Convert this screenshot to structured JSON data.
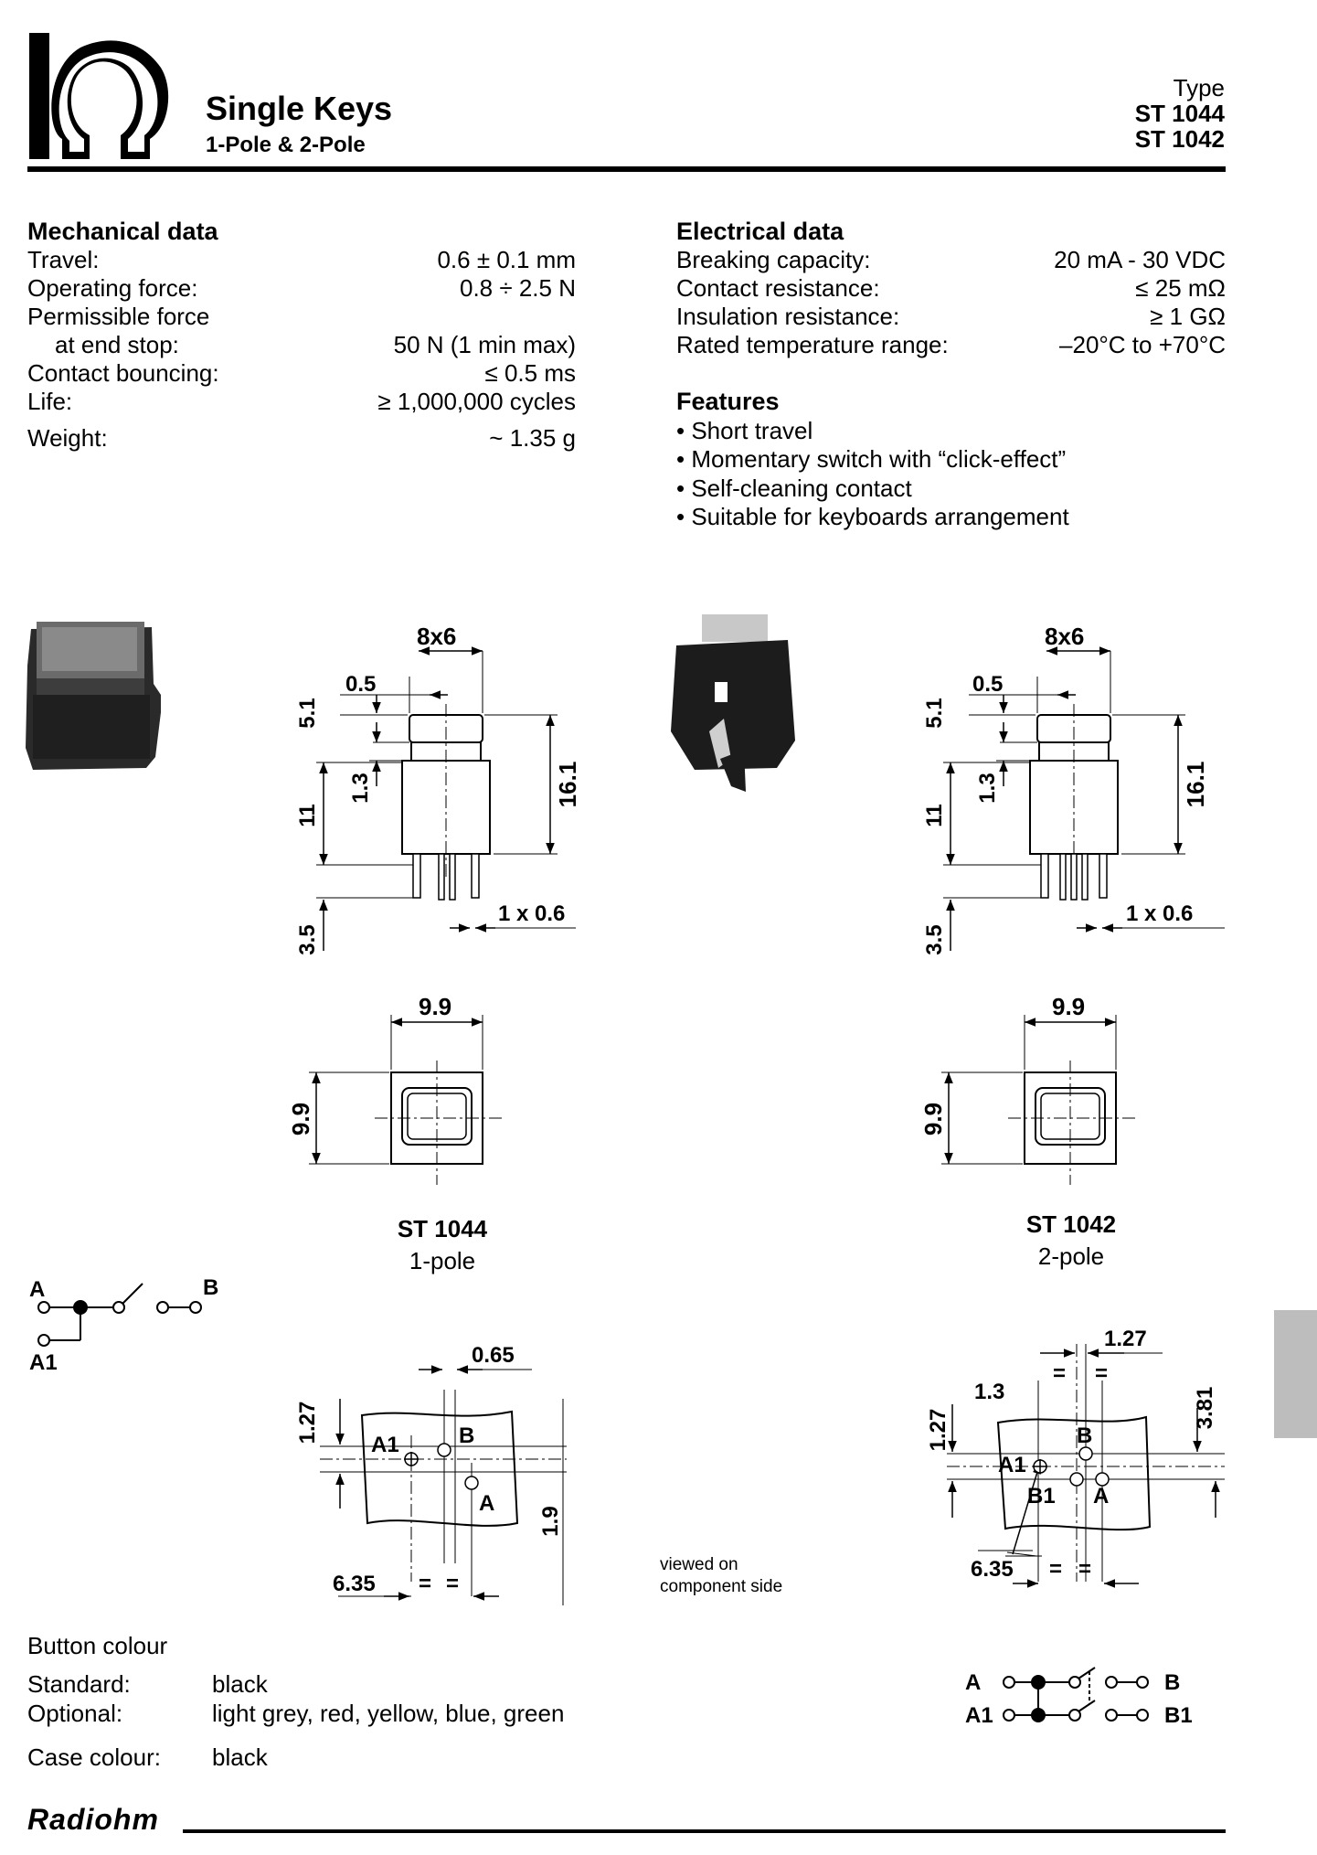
{
  "header": {
    "title": "Single Keys",
    "subtitle": "1-Pole & 2-Pole",
    "type_label": "Type",
    "types": [
      "ST 1044",
      "ST 1042"
    ]
  },
  "mechanical": {
    "heading": "Mechanical data",
    "rows": [
      {
        "label": "Travel:",
        "value": "0.6 ± 0.1 mm"
      },
      {
        "label": "Operating force:",
        "value": "0.8 ÷ 2.5 N"
      },
      {
        "label": "Permissible force",
        "value": ""
      },
      {
        "label": "at end stop:",
        "value": "50 N (1 min max)"
      },
      {
        "label": "Contact bouncing:",
        "value": "≤ 0.5 ms"
      },
      {
        "label": "Life:",
        "value": "≥ 1,000,000 cycles"
      },
      {
        "label": "Weight:",
        "value": "~ 1.35 g"
      }
    ]
  },
  "electrical": {
    "heading": "Electrical data",
    "rows": [
      {
        "label": "Breaking capacity:",
        "value": "20 mA - 30 VDC"
      },
      {
        "label": "Contact resistance:",
        "value": "≤ 25 mΩ"
      },
      {
        "label": "Insulation resistance:",
        "value": "≥ 1 GΩ"
      },
      {
        "label": "Rated temperature range:",
        "value": "–20°C to +70°C"
      }
    ]
  },
  "features": {
    "heading": "Features",
    "items": [
      "• Short travel",
      "• Momentary switch with “click-effect”",
      "• Self-cleaning contact",
      "• Suitable for keyboards arrangement"
    ]
  },
  "drawing": {
    "dims": {
      "cap": "8x6",
      "top": "5.1",
      "offset": "0.5",
      "height": "16.1",
      "body": "11",
      "neck": "1.3",
      "pin_len": "3.5",
      "pin": "1 x 0.6",
      "square": "9.9",
      "pcb_pitch_1": "0.65",
      "pcb_pitch_2": "1.27",
      "pcb_hole": "1.3",
      "pcb_3_81": "3.81",
      "pcb_1_9": "1.9",
      "pcb_6_35": "6.35",
      "eq": "="
    },
    "model_1": {
      "name": "ST 1044",
      "desc": "1-pole"
    },
    "model_2": {
      "name": "ST 1042",
      "desc": "2-pole"
    },
    "view_note": [
      "viewed on",
      "component side"
    ],
    "terminals": {
      "a": "A",
      "b": "B",
      "a1": "A1",
      "b1": "B1"
    }
  },
  "colours": {
    "heading": "Button colour",
    "standard_label": "Standard:",
    "standard_value": "black",
    "optional_label": "Optional:",
    "optional_value": "light grey, red, yellow, blue, green",
    "case_label": "Case colour:",
    "case_value": "black"
  },
  "footer": {
    "brand": "Radiohm"
  },
  "accent_grey": "#bdbdbd"
}
